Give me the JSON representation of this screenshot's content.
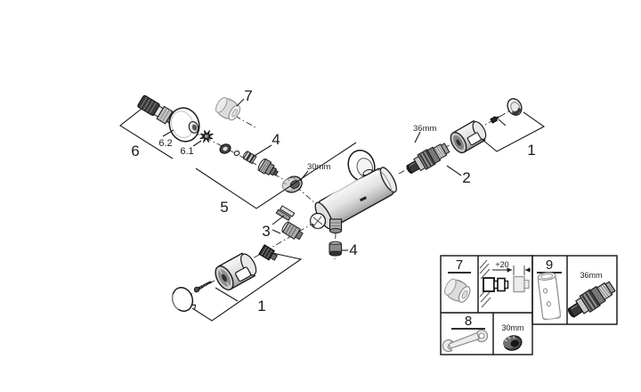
{
  "diagram": {
    "kind": "exploded-parts-diagram",
    "subject": "wall-mounted thermostatic shower mixer",
    "background": "#ffffff",
    "line_color": "#1a1a1a",
    "metal_colors": {
      "light": "#ececec",
      "mid": "#b5b5b5",
      "dark": "#3a3a3a",
      "cap_gray": "#dcdcdc"
    }
  },
  "callouts": {
    "part7": "7",
    "part6": "6",
    "part6_2": "6.2",
    "part6_1": "6.1",
    "part4_top": "4",
    "part5": "5",
    "dim_30mm": "30mm",
    "dim_36mm": "36mm",
    "part2": "2",
    "part1_right": "1",
    "part3": "3",
    "part4_bottom": "4",
    "part1_bottom": "1"
  },
  "legend": {
    "item7": {
      "label": "7",
      "icon": "cap-icon"
    },
    "extension_note": {
      "label": "+20",
      "icon": "wall-extension-diagram"
    },
    "item8": {
      "label": "8",
      "icon": "wrench-icon"
    },
    "nut_note": {
      "label": "30mm",
      "icon": "nut-icon"
    },
    "item9": {
      "label": "9",
      "icon": "extension-tube-icon"
    },
    "cartridge_note": {
      "label": "36mm",
      "icon": "thermostatic-cartridge-icon"
    }
  }
}
